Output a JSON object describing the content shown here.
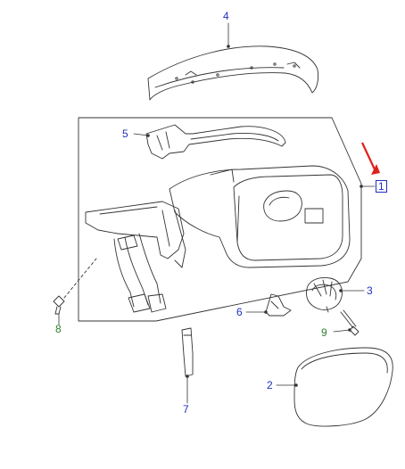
{
  "callouts": {
    "c1": "1",
    "c2": "2",
    "c3": "3",
    "c4": "4",
    "c5": "5",
    "c6": "6",
    "c7": "7",
    "c8": "8",
    "c9": "9"
  },
  "colors": {
    "callout_blue": "#1f2fc0",
    "callout_green": "#2e7d2e",
    "pointer_red": "#e0201a",
    "line_art": "#333333"
  }
}
